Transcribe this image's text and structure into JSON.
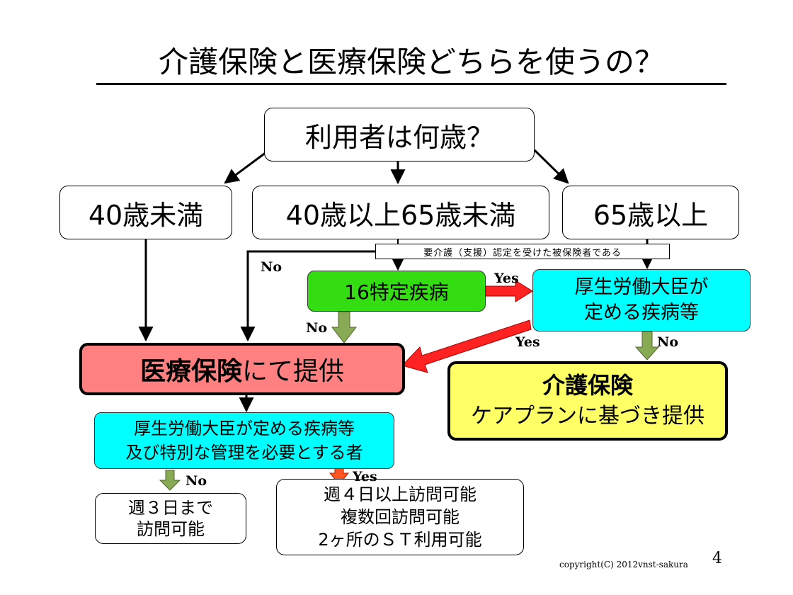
{
  "title": "介護保険と医療保険どちらを使うの？",
  "question": "利用者は何歳？",
  "ages": {
    "under40": "40歳未満",
    "between": "40歳以上65歳未満",
    "over65": "65歳以上"
  },
  "certification_note": "要介護（支援）認定を受けた被保険者である",
  "specific_disease": "16特定疾病",
  "minister_disease": {
    "line1": "厚生労働大臣が",
    "line2": "定める疾病等"
  },
  "medical_insurance": {
    "strong": "医療保険",
    "rest": "にて提供"
  },
  "care_insurance": {
    "line1": "介護保険",
    "line2": "ケアプランに基づき提供"
  },
  "special_management": {
    "line1": "厚生労働大臣が定める疾病等",
    "line2": "及び特別な管理を必要とする者"
  },
  "result_no": {
    "line1": "週３日まで",
    "line2": "訪問可能"
  },
  "result_yes": {
    "line1": "週４日以上訪問可能",
    "line2": "複数回訪問可能",
    "line3": "2ヶ所のＳＴ利用可能"
  },
  "labels": {
    "no": "No",
    "yes": "Yes"
  },
  "copyright": "copyright(C) 2012vnst-sakura",
  "page_number": "4",
  "colors": {
    "green_box": "#33dd11",
    "cyan_box": "#00ffff",
    "red_box": "#ff8080",
    "yellow_box": "#ffff66",
    "green_arrow": "#88aa55",
    "red_arrow": "#ff2222"
  }
}
